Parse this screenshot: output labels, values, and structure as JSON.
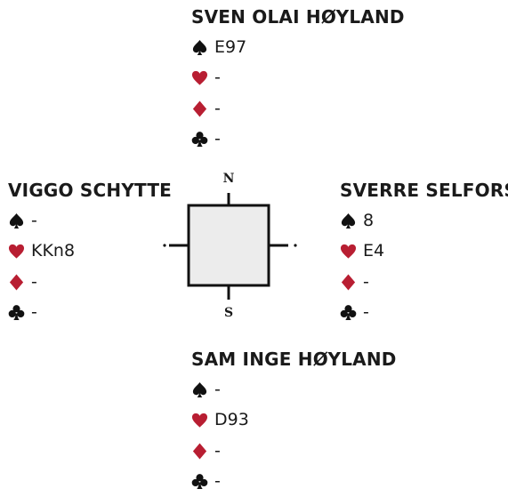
{
  "suit_icons": {
    "spades": "spade-icon",
    "hearts": "heart-icon",
    "diamonds": "diamond-icon",
    "clubs": "club-icon"
  },
  "colors": {
    "black_suit": "#111111",
    "red_suit": "#b81e32",
    "table": "#ececec"
  },
  "hands": {
    "north": {
      "name": "SVEN OLAI HØYLAND",
      "spades": "E97",
      "hearts": "-",
      "diamonds": "-",
      "clubs": "-"
    },
    "west": {
      "name": "VIGGO SCHYTTE",
      "spades": "-",
      "hearts": "KKn8",
      "diamonds": "-",
      "clubs": "-"
    },
    "east": {
      "name": "SVERRE SELFORS",
      "spades": "8",
      "hearts": "E4",
      "diamonds": "-",
      "clubs": "-"
    },
    "south": {
      "name": "SAM INGE HØYLAND",
      "spades": "-",
      "hearts": "D93",
      "diamonds": "-",
      "clubs": "-"
    }
  },
  "compass": {
    "north_label": "N",
    "south_label": "S"
  }
}
